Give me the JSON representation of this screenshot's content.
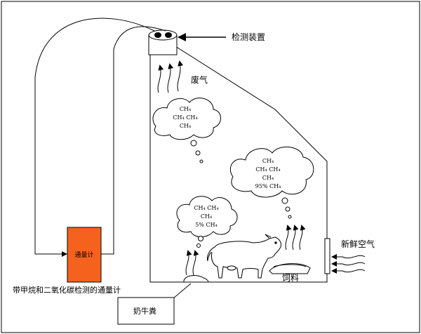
{
  "labels": {
    "detector": "检测装置",
    "exhaust": "废气",
    "fresh_air": "新鲜空气",
    "feed": "饲料",
    "meter": "通量计",
    "meter_caption": "带甲烷和二氧化碳检测的通量计",
    "manure": "奶牛粪"
  },
  "clouds": {
    "top": [
      "CH₄",
      "CH₄  CH₄",
      "CH₄"
    ],
    "right": [
      "CH₄",
      "CH₄  CH₄",
      "CH₄",
      "95% CH₄"
    ],
    "left": [
      "CH₄ CH₄",
      "CH₄",
      "5% CH₄"
    ]
  },
  "colors": {
    "meter_fill": "#f5621e",
    "line": "#000000"
  }
}
